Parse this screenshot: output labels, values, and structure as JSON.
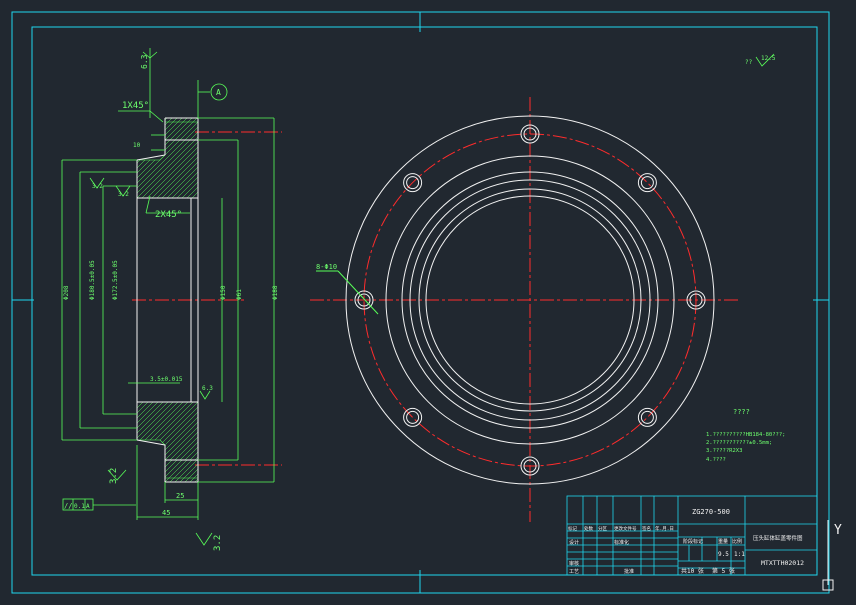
{
  "colors": {
    "background": "#212830",
    "frame": "#1ed6ee",
    "object": "#f2f2f2",
    "center": "#ff2c2c",
    "dimension": "#58ff58",
    "titleblock": "#1ed6ee"
  },
  "section_view": {
    "roughness_top": "6.3",
    "datum_label": "A",
    "chamfer_top": "1X45°",
    "chamfer_inner": "2X45°",
    "roughness_left_1": "3.2",
    "roughness_left_2": "3.2",
    "roughness_mid": "6.3",
    "dim_groove": "3.5±0.015",
    "dim_width_25": "25",
    "dim_width_45": "45",
    "dim_top_small": "10",
    "dims_left": [
      "Φ208",
      "Φ180.5±0.05",
      "Φ172.5±0.05"
    ],
    "dims_right": [
      "Φ150",
      "Φ61",
      "Φ188"
    ],
    "roughness_bottom_left": "3.2",
    "roughness_bottom": "3.2",
    "tolerance_frame": [
      "//",
      "0.1",
      "A"
    ]
  },
  "plan_view": {
    "holes_label": "8-Φ10"
  },
  "roughness_other": {
    "symbol": "12.5",
    "prefix": "??"
  },
  "notes": {
    "title": "????",
    "lines": [
      "1.??????????HB184-80???;",
      "2.???????????±0.5mm;",
      "3.?????R2X3",
      "4.????"
    ]
  },
  "titleblock": {
    "code": "ZG270-500",
    "part_name": "压头缸体缸盖零件图",
    "drawing_no": "MTXTTH02012",
    "scale": "9.5",
    "sheet_ratio": "1:1",
    "sheet_total": "共10 张",
    "sheet_index": "第 5 张",
    "row_labels": [
      "设计",
      "审核",
      "工艺"
    ],
    "col_labels": [
      "标记",
      "处数",
      "分区",
      "更改文件号",
      "签名",
      "年.月.日"
    ],
    "stage_label": "阶段标记",
    "weight_label": "重量",
    "ratio_label": "比例",
    "std_label": "标准化",
    "approve_label": "批准"
  },
  "ucs": {
    "y_label": "Y"
  }
}
